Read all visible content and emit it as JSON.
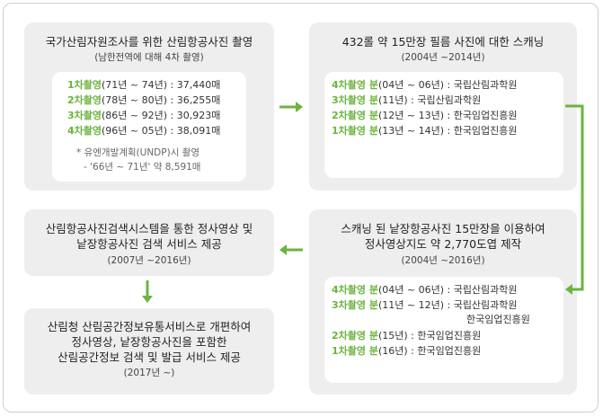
{
  "colors": {
    "accent": "#6db33f",
    "box_bg": "#eeeeee",
    "inner_bg": "#ffffff"
  },
  "box1": {
    "title": "국가산림자원조사를 위한 산림항공사진 촬영",
    "subtitle": "(남한전역에 대해 4차 촬영)",
    "items": [
      {
        "label": "1차촬영",
        "text": "(71년 ~ 74년) : 37,440매"
      },
      {
        "label": "2차촬영",
        "text": "(78년 ~ 80년) : 36,255매"
      },
      {
        "label": "3차촬영",
        "text": "(86년 ~ 92년) : 30,923매"
      },
      {
        "label": "4차촬영",
        "text": "(96년 ~ 05년) : 38,091매"
      }
    ],
    "note1": "* 유엔개발계획(UNDP)시 촬영",
    "note2": "- '66년 ~ 71년' 약 8,591매"
  },
  "box2": {
    "title": "432롤 약 15만장 필름 사진에 대한 스캐닝",
    "subtitle": "(2004년 ~2014년)",
    "items": [
      {
        "label": "4차촬영 분",
        "text": "(04년 ~ 06년) : 국립산림과학원"
      },
      {
        "label": "3차촬영 분",
        "text": "(11년) : 국립산림과학원"
      },
      {
        "label": "2차촬영 분",
        "text": "(12년 ~ 13년) : 한국임업진흥원"
      },
      {
        "label": "1차촬영 분",
        "text": "(13년 ~ 14년) : 한국임업진흥원"
      }
    ]
  },
  "box3": {
    "title1": "스캐닝 된 낱장항공사진 15만장을 이용하여",
    "title2": "정사영상지도 약 2,770도엽 제작",
    "subtitle": "(2004년 ~2016년)",
    "items": [
      {
        "label": "4차촬영 분",
        "text": "(04년 ~ 06년) : 국립산림과학원"
      },
      {
        "label": "3차촬영 분",
        "text": "(11년 ~ 12년) : 국립산림과학원"
      },
      {
        "label": "",
        "text": "한국임업진흥원"
      },
      {
        "label": "2차촬영 분",
        "text": "(15년) : 한국임업진흥원"
      },
      {
        "label": "1차촬영 분",
        "text": "(16년) : 한국임업진흥원"
      }
    ]
  },
  "box4": {
    "title1": "산림항공사진검색시스템을 통한 정사영상 및",
    "title2": "낱장항공사진 검색 서비스 제공",
    "subtitle": "(2007년 ~2016년)"
  },
  "box5": {
    "title1": "산림청 산림공간정보유통서비스로 개편하여",
    "title2": "정사영상, 낱장항공사진을 포함한",
    "title3": "산림공간정보 검색 및 발급 서비스 제공",
    "subtitle": "(2017년 ~)"
  }
}
